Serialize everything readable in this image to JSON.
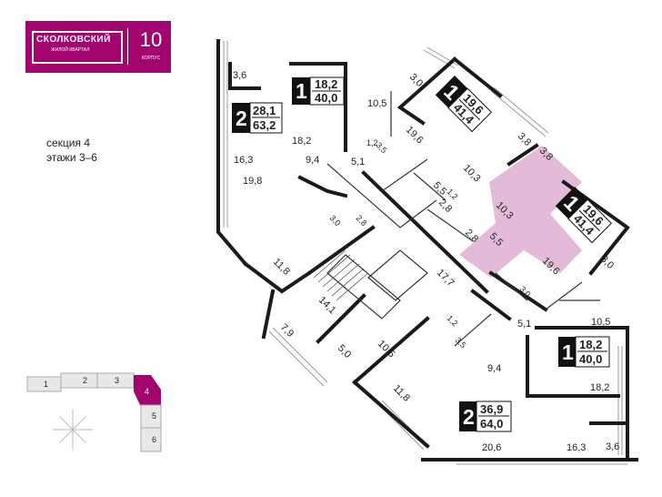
{
  "logo": {
    "brand": "СКОЛКОВСКИЙ",
    "subtitle": "ЖИЛОЙ КВАРТАЛ",
    "corpus_number": "10",
    "corpus_label": "КОРПУС"
  },
  "info": {
    "section": "секция 4",
    "floors": "этажи 3–6"
  },
  "colors": {
    "brand": "#a2066e",
    "highlight": "#e3bbd8",
    "wall": "#1a1a1a"
  },
  "apartments": [
    {
      "rooms": "1",
      "living": "18,2",
      "total": "40,0"
    },
    {
      "rooms": "2",
      "living": "28,1",
      "total": "63,2"
    },
    {
      "rooms": "1",
      "living": "19,6",
      "total": "41,4"
    },
    {
      "rooms": "1",
      "living": "19,6",
      "total": "41,4"
    },
    {
      "rooms": "1",
      "living": "18,2",
      "total": "40,0"
    },
    {
      "rooms": "2",
      "living": "36,9",
      "total": "64,0"
    }
  ],
  "room_labels": [
    "3,6",
    "10,5",
    "3,0",
    "18,2",
    "1,2",
    "3,5",
    "5,1",
    "9,4",
    "16,3",
    "19,8",
    "19,6",
    "3,8",
    "3,8",
    "10,3",
    "5,5",
    "2,8",
    "1,2",
    "10,3",
    "2,8",
    "5,5",
    "19,6",
    "3,0",
    "11,8",
    "3,0",
    "2,8",
    "14,1",
    "17,7",
    "7,9",
    "5,0",
    "10,5",
    "1,2",
    "3,5",
    "5,1",
    "10,5",
    "9,4",
    "3,0",
    "11,8",
    "18,2",
    "20,6",
    "16,3",
    "3,6"
  ],
  "key_plan": {
    "sections": [
      "1",
      "2",
      "3",
      "4",
      "5",
      "6"
    ],
    "current": "4"
  }
}
